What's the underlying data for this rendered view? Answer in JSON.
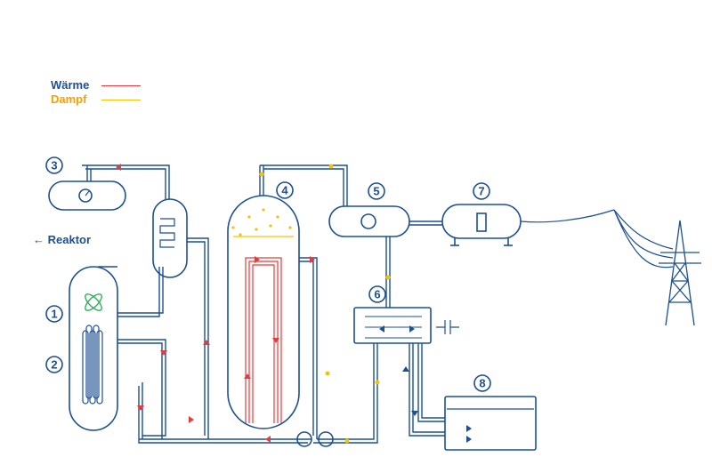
{
  "colors": {
    "blue": "#1d4f91",
    "red": "#e23c3c",
    "yellow": "#f5c400",
    "legend_heat": "#e23c3c",
    "legend_steam": "#f5c400"
  },
  "legend": {
    "heat_label": "Wärme",
    "steam_label": "Dampf"
  },
  "reaktor_label": "Reaktor",
  "component_numbers": [
    "1",
    "2",
    "3",
    "4",
    "5",
    "6",
    "7",
    "8"
  ]
}
